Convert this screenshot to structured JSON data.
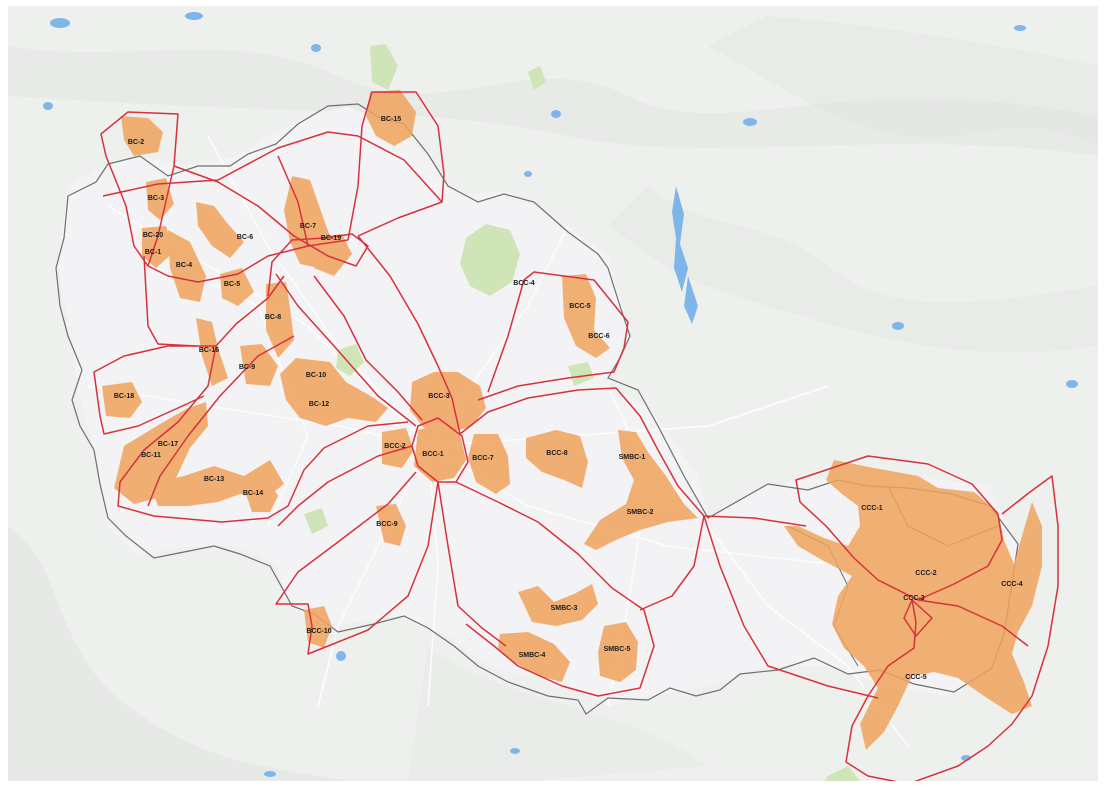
{
  "colors": {
    "land": "#eef0ee",
    "relief": "#e3e5e3",
    "water": "#7fb6ea",
    "park": "#cfe5b8",
    "catchment": "#f0a35c",
    "corridor": "#d8313d",
    "boundary": "#6e6e6e",
    "road": "#ffffff",
    "urban": "#f3f3f5"
  },
  "zones": [
    "BC-2",
    "BC-3",
    "BC-20",
    "BC-1",
    "BC-4",
    "BC-5",
    "BC-6",
    "BC-7",
    "BC-15",
    "BC-19",
    "BC-8",
    "BC-16",
    "BC-9",
    "BC-10",
    "BC-12",
    "BC-18",
    "BC-17",
    "BC-11",
    "BC-13",
    "BC-14",
    "BCC-4",
    "BCC-5",
    "BCC-6",
    "BCC-3",
    "BCC-2",
    "BCC-1",
    "BCC-7",
    "BCC-8",
    "BCC-9",
    "BCC-10",
    "SMBC-1",
    "SMBC-2",
    "SMBC-3",
    "SMBC-4",
    "SMBC-5",
    "CCC-1",
    "CCC-2",
    "CCC-3",
    "CCC-4",
    "CCC-5"
  ]
}
